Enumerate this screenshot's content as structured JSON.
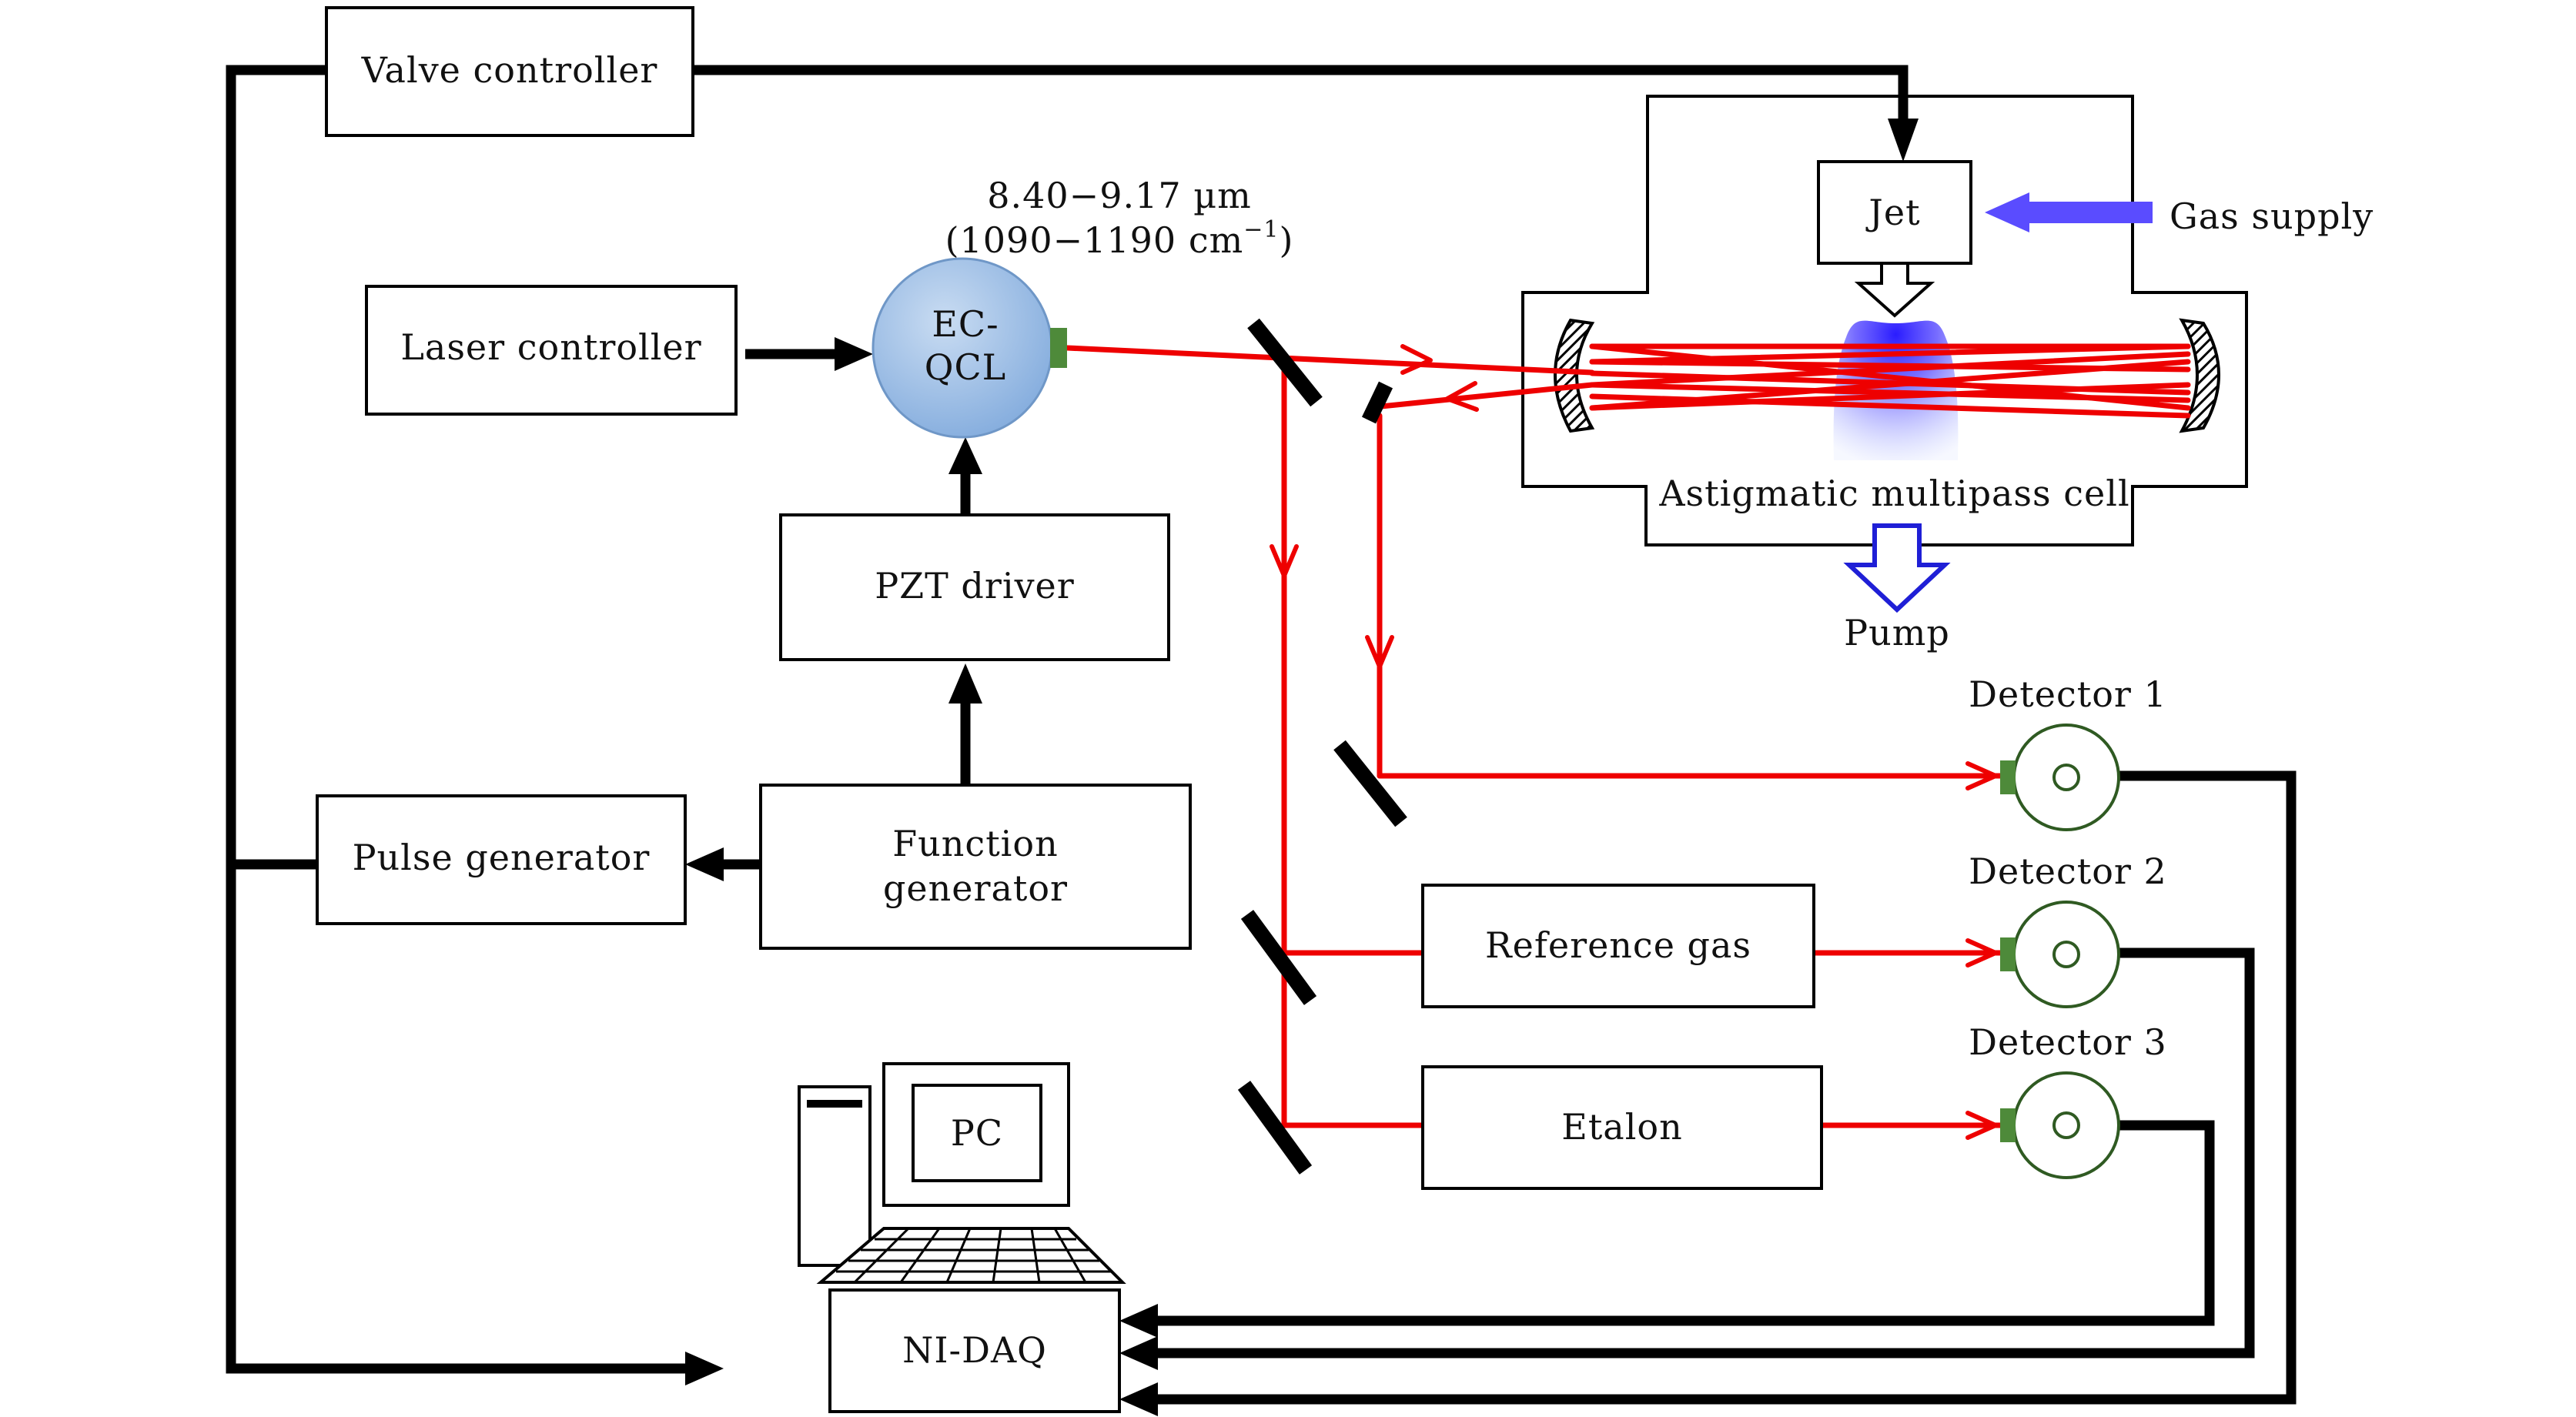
{
  "labels": {
    "valve_controller": "Valve controller",
    "laser_controller": "Laser controller",
    "ec_qcl_line1": "EC-",
    "ec_qcl_line2": "QCL",
    "wavelength_range": "8.40−9.17 µm",
    "wavenumber_open": "(1090−1190 cm",
    "wavenumber_exp": "−1",
    "wavenumber_close": ")",
    "jet": "Jet",
    "gas_supply": "Gas supply",
    "multipass_cell": "Astigmatic multipass cell",
    "pump": "Pump",
    "pzt_driver": "PZT driver",
    "pulse_generator": "Pulse generator",
    "function_generator_line1": "Function",
    "function_generator_line2": "generator",
    "detector_1": "Detector 1",
    "detector_2": "Detector 2",
    "detector_3": "Detector 3",
    "reference_gas": "Reference gas",
    "etalon": "Etalon",
    "pc": "PC",
    "ni_daq": "NI-DAQ"
  },
  "colors": {
    "laser_beam": "#ee0000",
    "gas_arrow": "#5a4cff",
    "pump_arrow": "#1f1fd6",
    "qcl_fill": "#9fc2e8",
    "detector_window": "#4e8a3a",
    "jet_plume": "#3a2cff"
  },
  "icons": {
    "laser_source": "ec-qcl-circle-icon",
    "detector": "photodetector-icon",
    "computer": "desktop-computer-icon",
    "mirror": "mirror-icon"
  }
}
